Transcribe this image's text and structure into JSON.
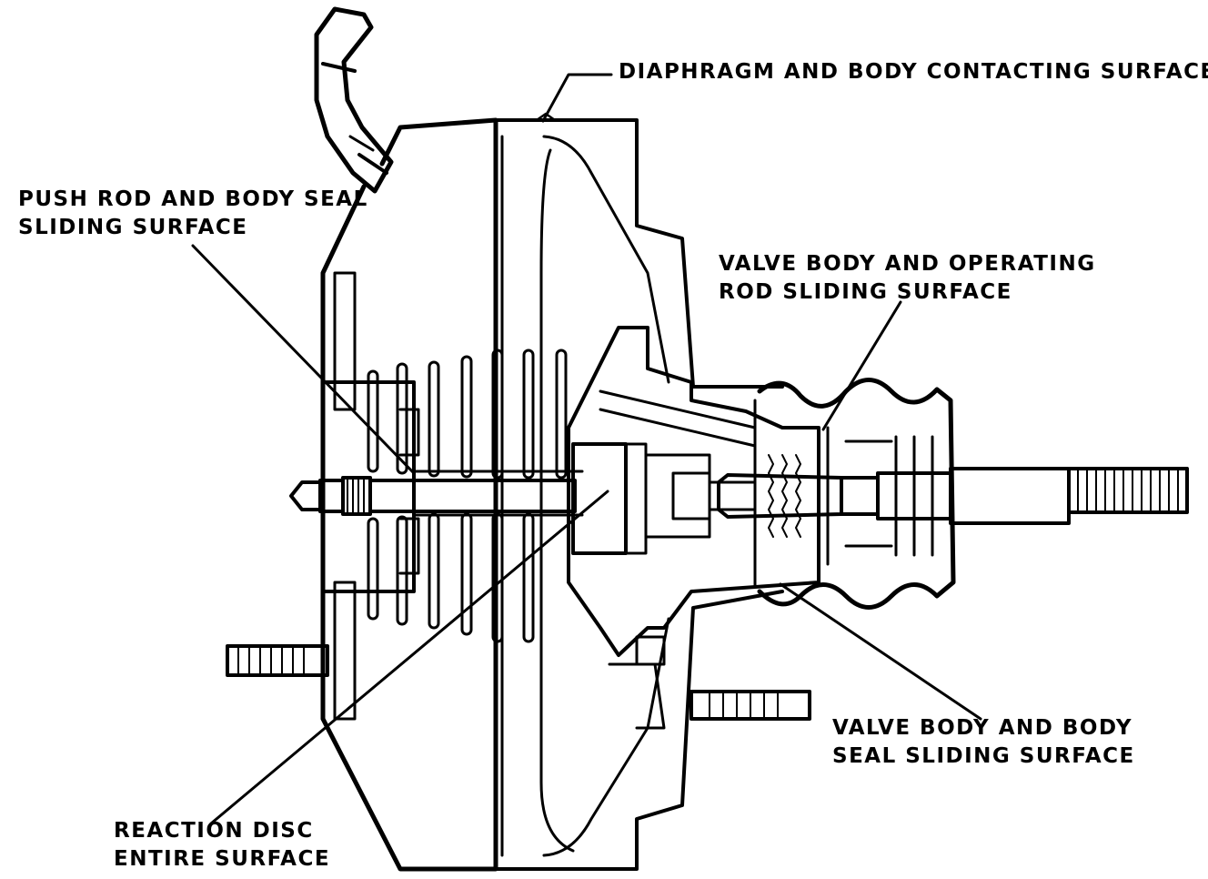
{
  "labels": {
    "diaphragm": [
      "DIAPHRAGM AND BODY CONTACTING SURFACE"
    ],
    "push_rod": [
      "PUSH ROD AND BODY SEAL",
      "SLIDING SURFACE"
    ],
    "valve_operating": [
      "VALVE BODY AND OPERATING",
      "ROD SLIDING SURFACE"
    ],
    "valve_seal": [
      "VALVE BODY AND BODY",
      "SEAL SLIDING SURFACE"
    ],
    "reaction_disc": [
      "REACTION DISC",
      "ENTIRE SURFACE"
    ]
  }
}
